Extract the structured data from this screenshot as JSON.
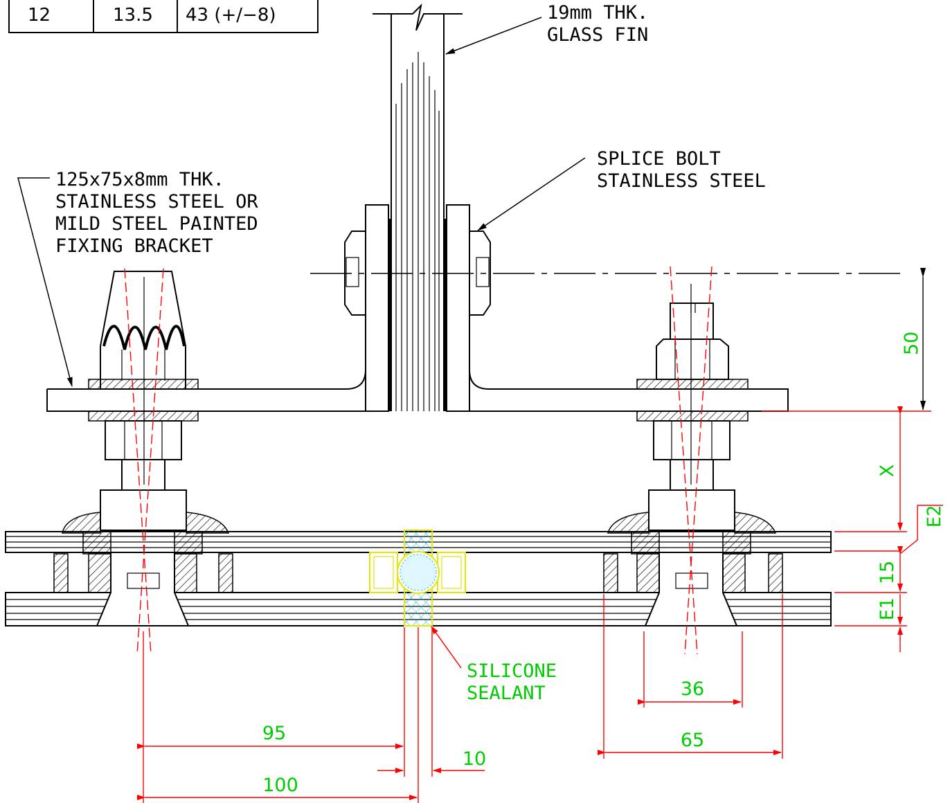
{
  "table": {
    "cells": [
      "12",
      "13.5",
      "43 (+/−8)"
    ]
  },
  "labels": {
    "glass_fin_1": "19mm THK.",
    "glass_fin_2": "GLASS FIN",
    "splice_1": "SPLICE BOLT",
    "splice_2": "STAINLESS STEEL",
    "bracket_1": "125x75x8mm THK.",
    "bracket_2": "STAINLESS STEEL OR",
    "bracket_3": "MILD STEEL PAINTED",
    "bracket_4": "FIXING BRACKET",
    "silicone_1": "SILICONE",
    "silicone_2": "SEALANT"
  },
  "dimensions": {
    "d50": "50",
    "dX": "X",
    "dE2": "E2",
    "d15": "15",
    "dE1": "E1",
    "d36": "36",
    "d65": "65",
    "d95": "95",
    "d10": "10",
    "d100": "100"
  },
  "colors": {
    "line": "#000000",
    "dimension": "#ff0000",
    "dim_text": "#00cc00",
    "sealant": "#00ccff",
    "spacer": "#e6e600"
  }
}
